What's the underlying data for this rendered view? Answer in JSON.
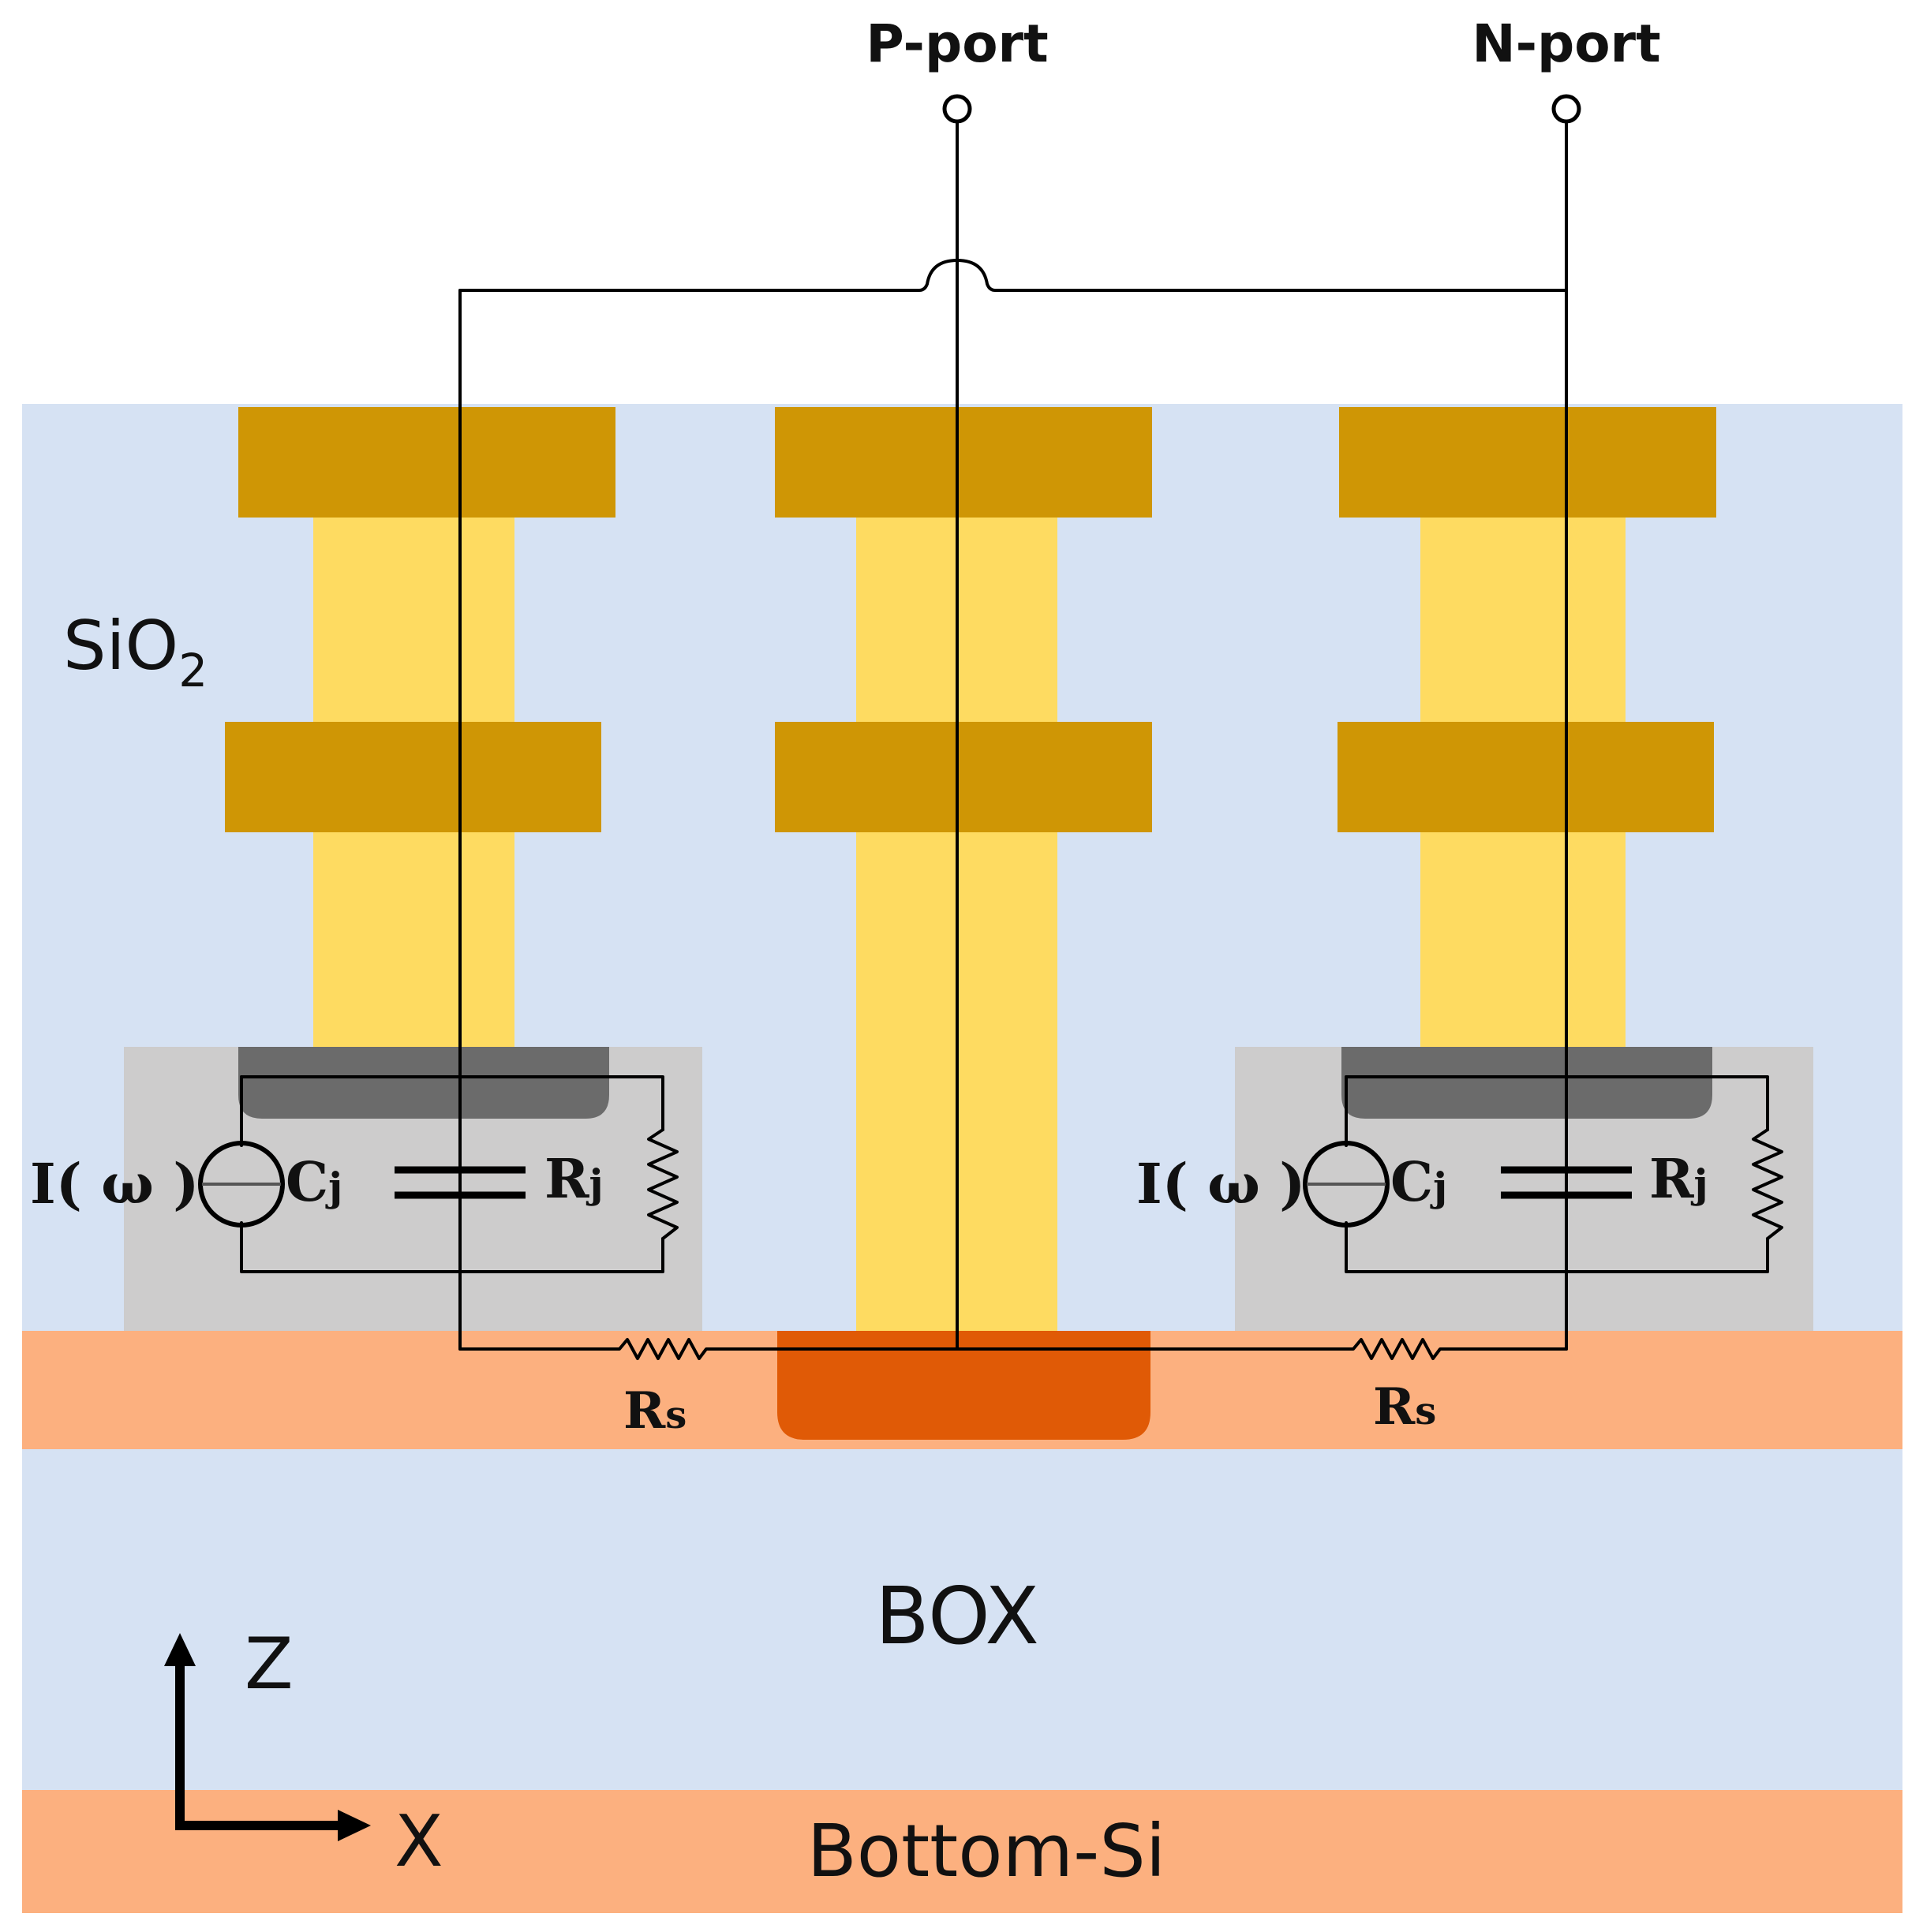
{
  "labels": {
    "p_port": "P-port",
    "n_port": "N-port",
    "sio2_main": "SiO",
    "sio2_sub": "2",
    "box": "BOX",
    "bottom_si": "Bottom-Si",
    "axis_z": "Z",
    "axis_x": "X",
    "current_source": "I( ω )",
    "cj_main": "C",
    "cj_sub": "j",
    "rj_main": "R",
    "rj_sub": "j",
    "rs_main": "R",
    "rs_sub": "s"
  },
  "colors": {
    "oxide": "#d6e2f3",
    "silicon": "#fcb07f",
    "doped_region": "#e05a06",
    "metal_pad": "#cf9605",
    "via": "#fedb61",
    "junction_box": "#cdcccc",
    "contact": "#6b6b6b",
    "wire": "#000000"
  }
}
